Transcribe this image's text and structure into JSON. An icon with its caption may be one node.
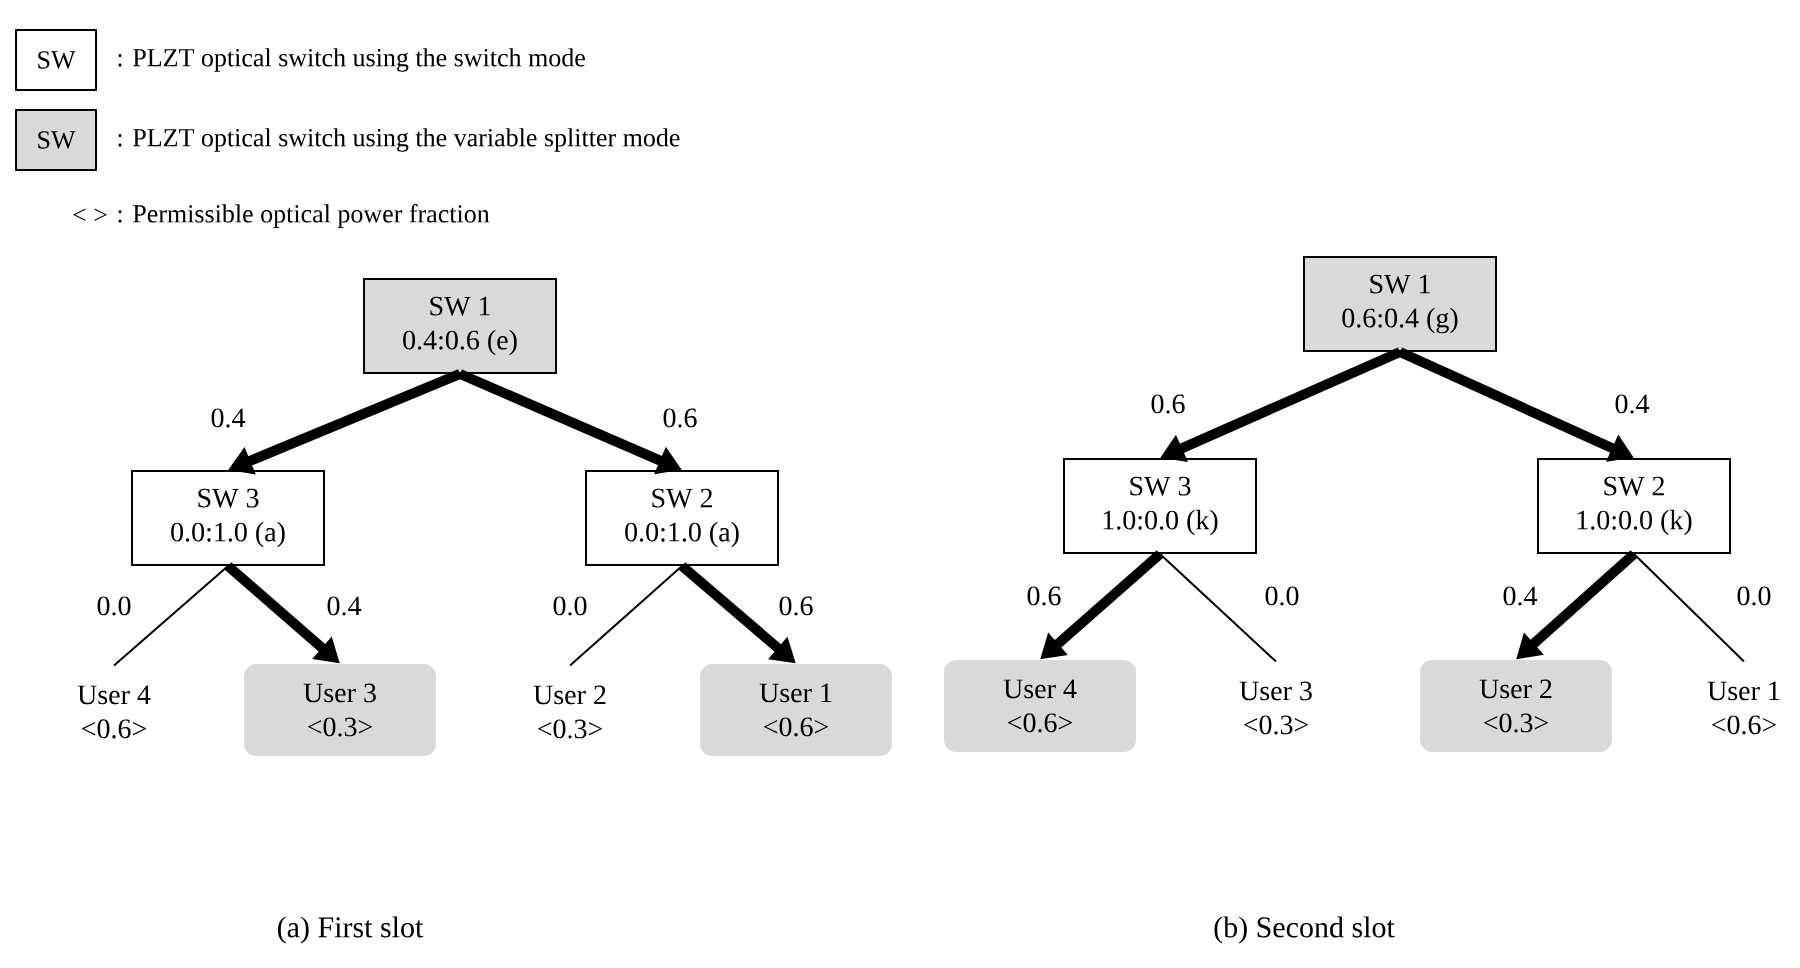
{
  "diagram": {
    "nodes": [
      {
        "text": [
          "SW"
        ],
        "beside": [
          ": PLZT optical switch using the switch mode"
        ]
      },
      {
        "text": [
          "SW"
        ],
        "beside": [
          ": PLZT optical switch using the variable splitter mode"
        ]
      },
      {
        "text": [
          "SW 1",
          "0.4:0.6 (e)"
        ]
      },
      {
        "text": [
          "SW 3",
          "0.0:1.0 (a)"
        ]
      },
      {
        "text": [
          "SW 2",
          "0.0:1.0 (a)"
        ]
      },
      {
        "text": [
          "User 4",
          "<0.6>"
        ]
      },
      {
        "text": [
          "User 3",
          "<0.3>"
        ]
      },
      {
        "text": [
          "User 2",
          "<0.3>"
        ]
      },
      {
        "text": [
          "User 1",
          "<0.6>"
        ]
      },
      {
        "text": [
          "SW 1",
          "0.6:0.4 (g)"
        ]
      },
      {
        "text": [
          "SW 3",
          "1.0:0.0 (k)"
        ]
      },
      {
        "text": [
          "SW 2",
          "1.0:0.0 (k)"
        ]
      },
      {
        "text": [
          "User 4",
          "<0.6>"
        ]
      },
      {
        "text": [
          "User 3",
          "<0.3>"
        ]
      },
      {
        "text": [
          "User 2",
          "<0.3>"
        ]
      },
      {
        "text": [
          "User 1",
          "<0.6>"
        ]
      }
    ],
    "edges": [
      {
        "from": 2,
        "to": 3,
        "arrow": "to",
        "label": "0.4"
      },
      {
        "from": 2,
        "to": 4,
        "arrow": "to",
        "label": "0.6"
      },
      {
        "from": 3,
        "to": 5,
        "arrow": "none",
        "label": "0.0"
      },
      {
        "from": 3,
        "to": 6,
        "arrow": "to",
        "label": "0.4"
      },
      {
        "from": 4,
        "to": 7,
        "arrow": "none",
        "label": "0.0"
      },
      {
        "from": 4,
        "to": 8,
        "arrow": "to",
        "label": "0.6"
      },
      {
        "from": 9,
        "to": 10,
        "arrow": "to",
        "label": "0.6"
      },
      {
        "from": 9,
        "to": 11,
        "arrow": "to",
        "label": "0.4"
      },
      {
        "from": 10,
        "to": 12,
        "arrow": "to",
        "label": "0.6"
      },
      {
        "from": 10,
        "to": 13,
        "arrow": "none",
        "label": "0.0"
      },
      {
        "from": 11,
        "to": 14,
        "arrow": "to",
        "label": "0.4"
      },
      {
        "from": 11,
        "to": 15,
        "arrow": "none",
        "label": "0.0"
      }
    ],
    "labels": [
      "< >",
      ": Permissible optical power fraction",
      "(a) First slot",
      "(b) Second slot"
    ]
  }
}
